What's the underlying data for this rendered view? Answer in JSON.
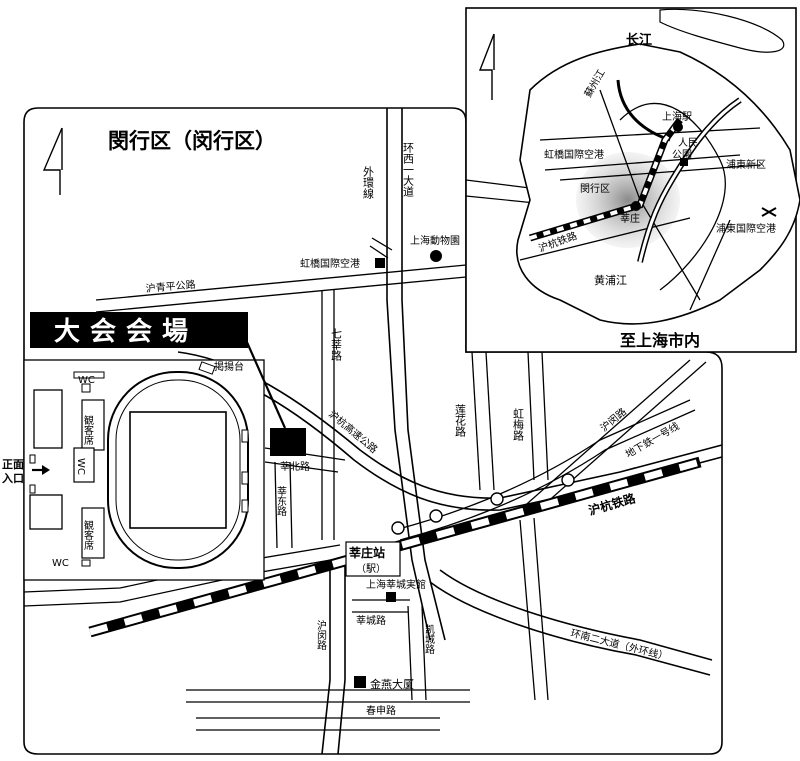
{
  "district": {
    "title": "閔行区（闵行区）"
  },
  "venue": {
    "banner": "大会会場"
  },
  "entrance": {
    "label_1": "正面",
    "label_2": "入口"
  },
  "stadium": {
    "wc_top": "WC",
    "wc_mid": "WC",
    "wc_bottom": "WC",
    "seats_top": "観客席",
    "seats_bottom": "観客席",
    "podium": "掲揚台"
  },
  "roads": {
    "huqingping": "沪青平公路",
    "outer_ring_west": "外環線",
    "huanxi": "环西一大道",
    "qixin": "七莘路",
    "lianhua": "莲花路",
    "hongmei": "虹梅路",
    "huhang_expressway": "沪杭高速公路",
    "humin_upper": "沪闵路",
    "metro_line1": "地下鉄一号线",
    "huhang_railway": "沪杭铁路",
    "xinbei": "莘北路",
    "xindong": "莘东路",
    "humin_lower": "沪闵路",
    "xincheng": "莘城路",
    "kaicheng": "凯城路",
    "chunshen": "春申路",
    "huannan": "环南二大道（外环线）"
  },
  "landmarks": {
    "hongqiao_airport": "虹橋国際空港",
    "zoo": "上海動物園",
    "xinzhuang_station_1": "莘庄站",
    "xinzhuang_station_2": "（駅）",
    "hotel": "上海莘城実館",
    "jinyan": "金燕大厦"
  },
  "inset": {
    "yangtze": "长江",
    "suzhou_creek": "蘇州江",
    "shanghai_station": "上海駅",
    "peoples_park_1": "人民",
    "peoples_park_2": "公園",
    "hongqiao_airport": "虹橋国際空港",
    "minhang": "閔行区",
    "pudong": "浦東新区",
    "xinzhuang": "莘庄",
    "huhang_railway": "沪杭铁路",
    "pudong_airport": "浦東国際空港",
    "huangpu": "黄浦江",
    "to_city": "至上海市内"
  },
  "icons": {
    "north_main": "north-arrow-icon",
    "north_inset": "north-arrow-icon",
    "entrance": "arrow-right-icon",
    "airport": "airplane-icon"
  }
}
